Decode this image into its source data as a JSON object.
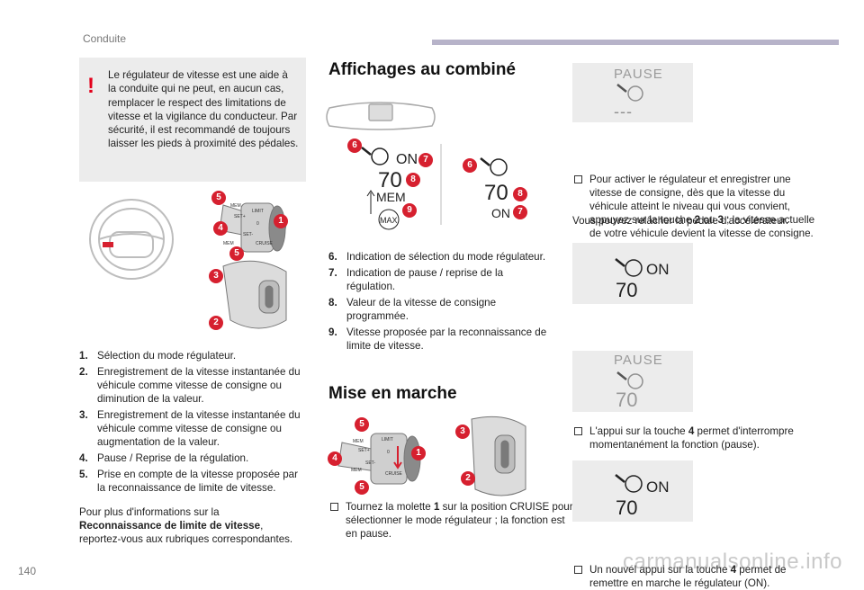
{
  "header": {
    "section": "Conduite"
  },
  "footer": {
    "page_number": "140",
    "watermark": "carmanualsonline.info"
  },
  "warning": {
    "mark": "!",
    "text": "Le régulateur de vitesse est une aide à la conduite qui ne peut, en aucun cas, remplacer le respect des limitations de vitesse et la vigilance du conducteur. Par sécurité, il est recommandé de toujours laisser les pieds à proximité des pédales."
  },
  "left_figure": {
    "callouts": [
      "5",
      "1",
      "4",
      "5",
      "3",
      "2"
    ],
    "stalk_labels": [
      "MEM",
      "SET+",
      "LIMIT",
      "0",
      "SET-",
      "MEM",
      "CRUISE"
    ]
  },
  "left_list": [
    {
      "n": "1.",
      "text": "Sélection du mode régulateur."
    },
    {
      "n": "2.",
      "text": "Enregistrement de la vitesse instantanée du véhicule comme vitesse de consigne ou diminution de la valeur."
    },
    {
      "n": "3.",
      "text": "Enregistrement de la vitesse instantanée du véhicule comme vitesse de consigne ou augmentation de la valeur."
    },
    {
      "n": "4.",
      "text": "Pause / Reprise de la régulation."
    },
    {
      "n": "5.",
      "text": "Prise en compte de la vitesse proposée par la reconnaissance de limite de vitesse."
    }
  ],
  "left_footer": {
    "line1": "Pour plus d'informations sur la",
    "bold": "Reconnaissance de limite de vitesse",
    "after_bold": ",",
    "line3": "reportez-vous aux rubriques correspondantes."
  },
  "middle": {
    "heading_displays": "Affichages au combiné",
    "display_fig": {
      "callouts": [
        "6",
        "7",
        "8",
        "9",
        "6",
        "8",
        "7"
      ],
      "speed": "70",
      "on": "ON",
      "mem": "MEM",
      "max": "MAX"
    },
    "list": [
      {
        "n": "6.",
        "text": "Indication de sélection du mode régulateur."
      },
      {
        "n": "7.",
        "text": "Indication de pause / reprise de la régulation."
      },
      {
        "n": "8.",
        "text": "Valeur de la vitesse de consigne programmée."
      },
      {
        "n": "9.",
        "text": "Vitesse proposée par la reconnaissance de limite de vitesse."
      }
    ],
    "heading_start": "Mise en marche",
    "start_fig": {
      "callouts": [
        "5",
        "3",
        "1",
        "4",
        "2",
        "5"
      ],
      "stalk_labels": [
        "MEM",
        "SET+",
        "LIMIT",
        "0",
        "SET-",
        "MEM",
        "CRUISE"
      ]
    },
    "start_bullet": {
      "pre": "Tournez la molette ",
      "bold": "1",
      "post": " sur la position CRUISE pour sélectionner le mode régulateur ; la fonction est en pause."
    }
  },
  "right": {
    "panel1": {
      "pause": "PAUSE",
      "dashes": "---"
    },
    "bullet1": {
      "pre": "Pour activer le régulateur et enregistrer une vitesse de consigne, dès que la vitesse du véhicule atteint le niveau qui vous convient, appuyez sur la touche ",
      "b1": "2",
      "mid": " ou ",
      "b2": "3",
      "post": " ; la vitesse actuelle de votre véhicule devient la vitesse de consigne."
    },
    "after_bullet1": "Vous pouvez relâcher la pédale d'accélérateur.",
    "panel2": {
      "on": "ON",
      "speed": "70"
    },
    "bullet2": {
      "pre": "L'appui sur la touche ",
      "bold": "4",
      "post": " permet d'interrompre momentanément la fonction (pause)."
    },
    "panel3": {
      "pause": "PAUSE",
      "speed": "70"
    },
    "bullet3": {
      "pre": "Un nouvel appui sur la touche ",
      "bold": "4",
      "post": " permet de remettre en marche le régulateur (ON)."
    },
    "panel4": {
      "on": "ON",
      "speed": "70"
    }
  },
  "colors": {
    "callout_red": "#d6202f",
    "panel_gray": "#ececec",
    "rule_purple": "#b7b3c9",
    "warning_red": "#e3001b"
  },
  "icons": [
    "cruise-speedometer-icon",
    "warning-exclamation-icon",
    "steering-wheel",
    "cruise-control-stalk"
  ]
}
